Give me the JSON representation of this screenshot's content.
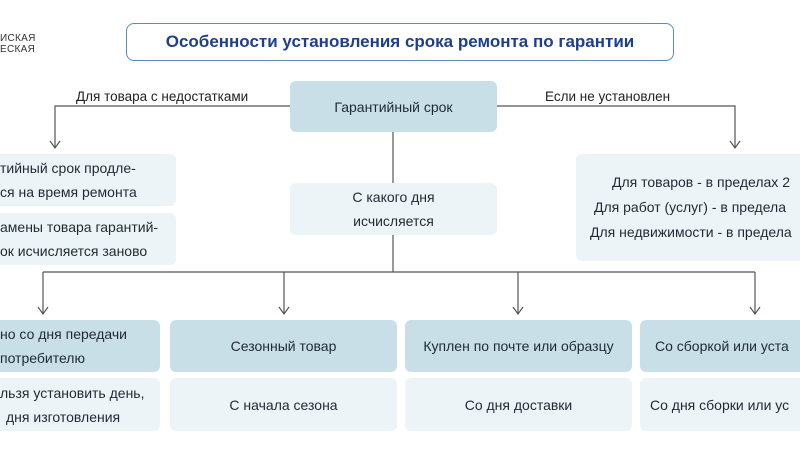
{
  "logo": {
    "line1": "ИСКАЯ",
    "line2": "ЕСКАЯ"
  },
  "title": "Особенности установления срока ремонта по гарантии",
  "center": {
    "label": "Гарантийный срок",
    "sub": [
      "С какого дня",
      "исчисляется"
    ]
  },
  "branches": {
    "left": "Для товара с недостатками",
    "right": "Если не установлен"
  },
  "left_boxes": [
    [
      "тийный срок продле-",
      "ся на время ремонта"
    ],
    [
      "амены товара гарантий-",
      "ок исчисляется заново"
    ]
  ],
  "right_box": [
    "Для товаров - в пределах 2",
    "Для работ (услуг) - в предела",
    "Для недвижимости - в предела"
  ],
  "columns": [
    {
      "header": [
        "но со дня передачи",
        "потребителю"
      ],
      "body": [
        "льзя установить день,",
        "дня изготовления"
      ]
    },
    {
      "header": [
        "Сезонный товар"
      ],
      "body": [
        "С начала сезона"
      ]
    },
    {
      "header": [
        "Куплен по почте или образцу"
      ],
      "body": [
        "Со дня доставки"
      ]
    },
    {
      "header": [
        "Со сборкой или уста"
      ],
      "body": [
        "Со дня сборки или ус"
      ]
    }
  ],
  "colors": {
    "title_border": "#5b8db8",
    "title_text": "#1d3f8f",
    "dark_box": "#c9dfe8",
    "light_box": "#edf4f7",
    "line": "#555555"
  }
}
